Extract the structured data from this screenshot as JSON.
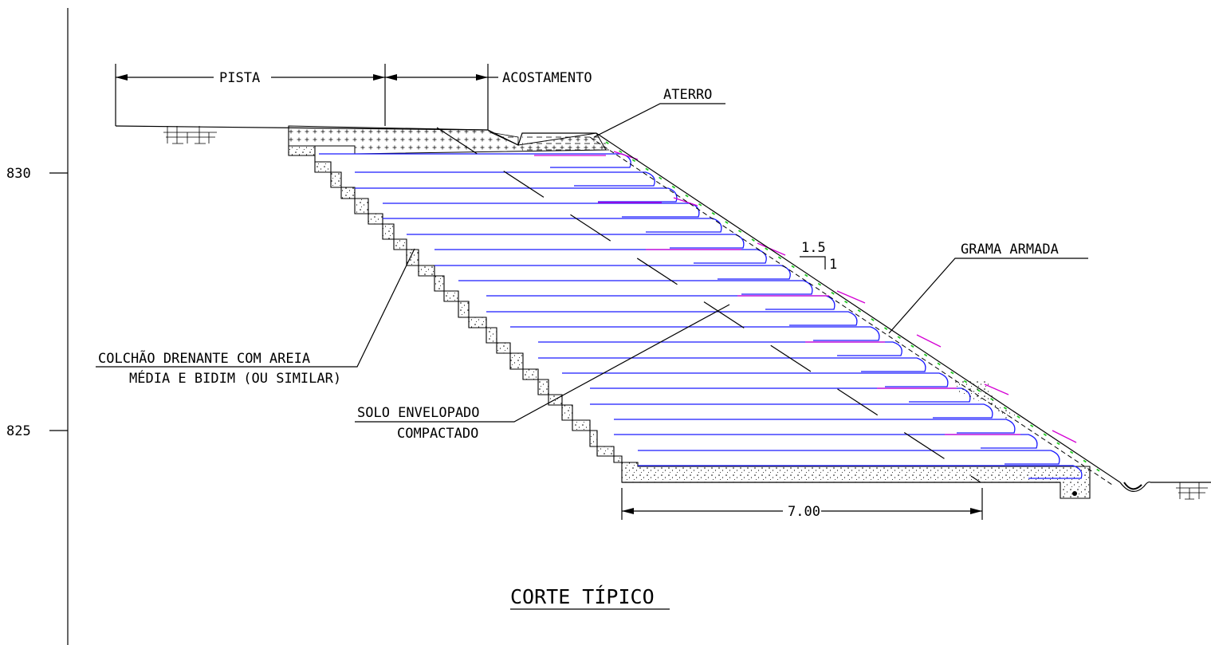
{
  "drawing": {
    "title": "CORTE TÍPICO",
    "elevations": [
      "830",
      "825"
    ]
  },
  "labels": {
    "pista": "PISTA",
    "acostamento": "ACOSTAMENTO",
    "aterro": "ATERRO",
    "grama_armada": "GRAMA ARMADA",
    "colchao_line1": "COLCHÃO DRENANTE COM AREIA",
    "colchao_line2": "MÉDIA E BIDIM (OU SIMILAR)",
    "solo_line1": "SOLO ENVELOPADO",
    "solo_line2": "COMPACTADO",
    "slope_h": "1.5",
    "slope_v": "1",
    "base_width": "7.00"
  },
  "colors": {
    "linework": "#000000",
    "geogrid": "#1a1aff",
    "facing": "#d400d4",
    "vegetation": "#22cc22"
  }
}
